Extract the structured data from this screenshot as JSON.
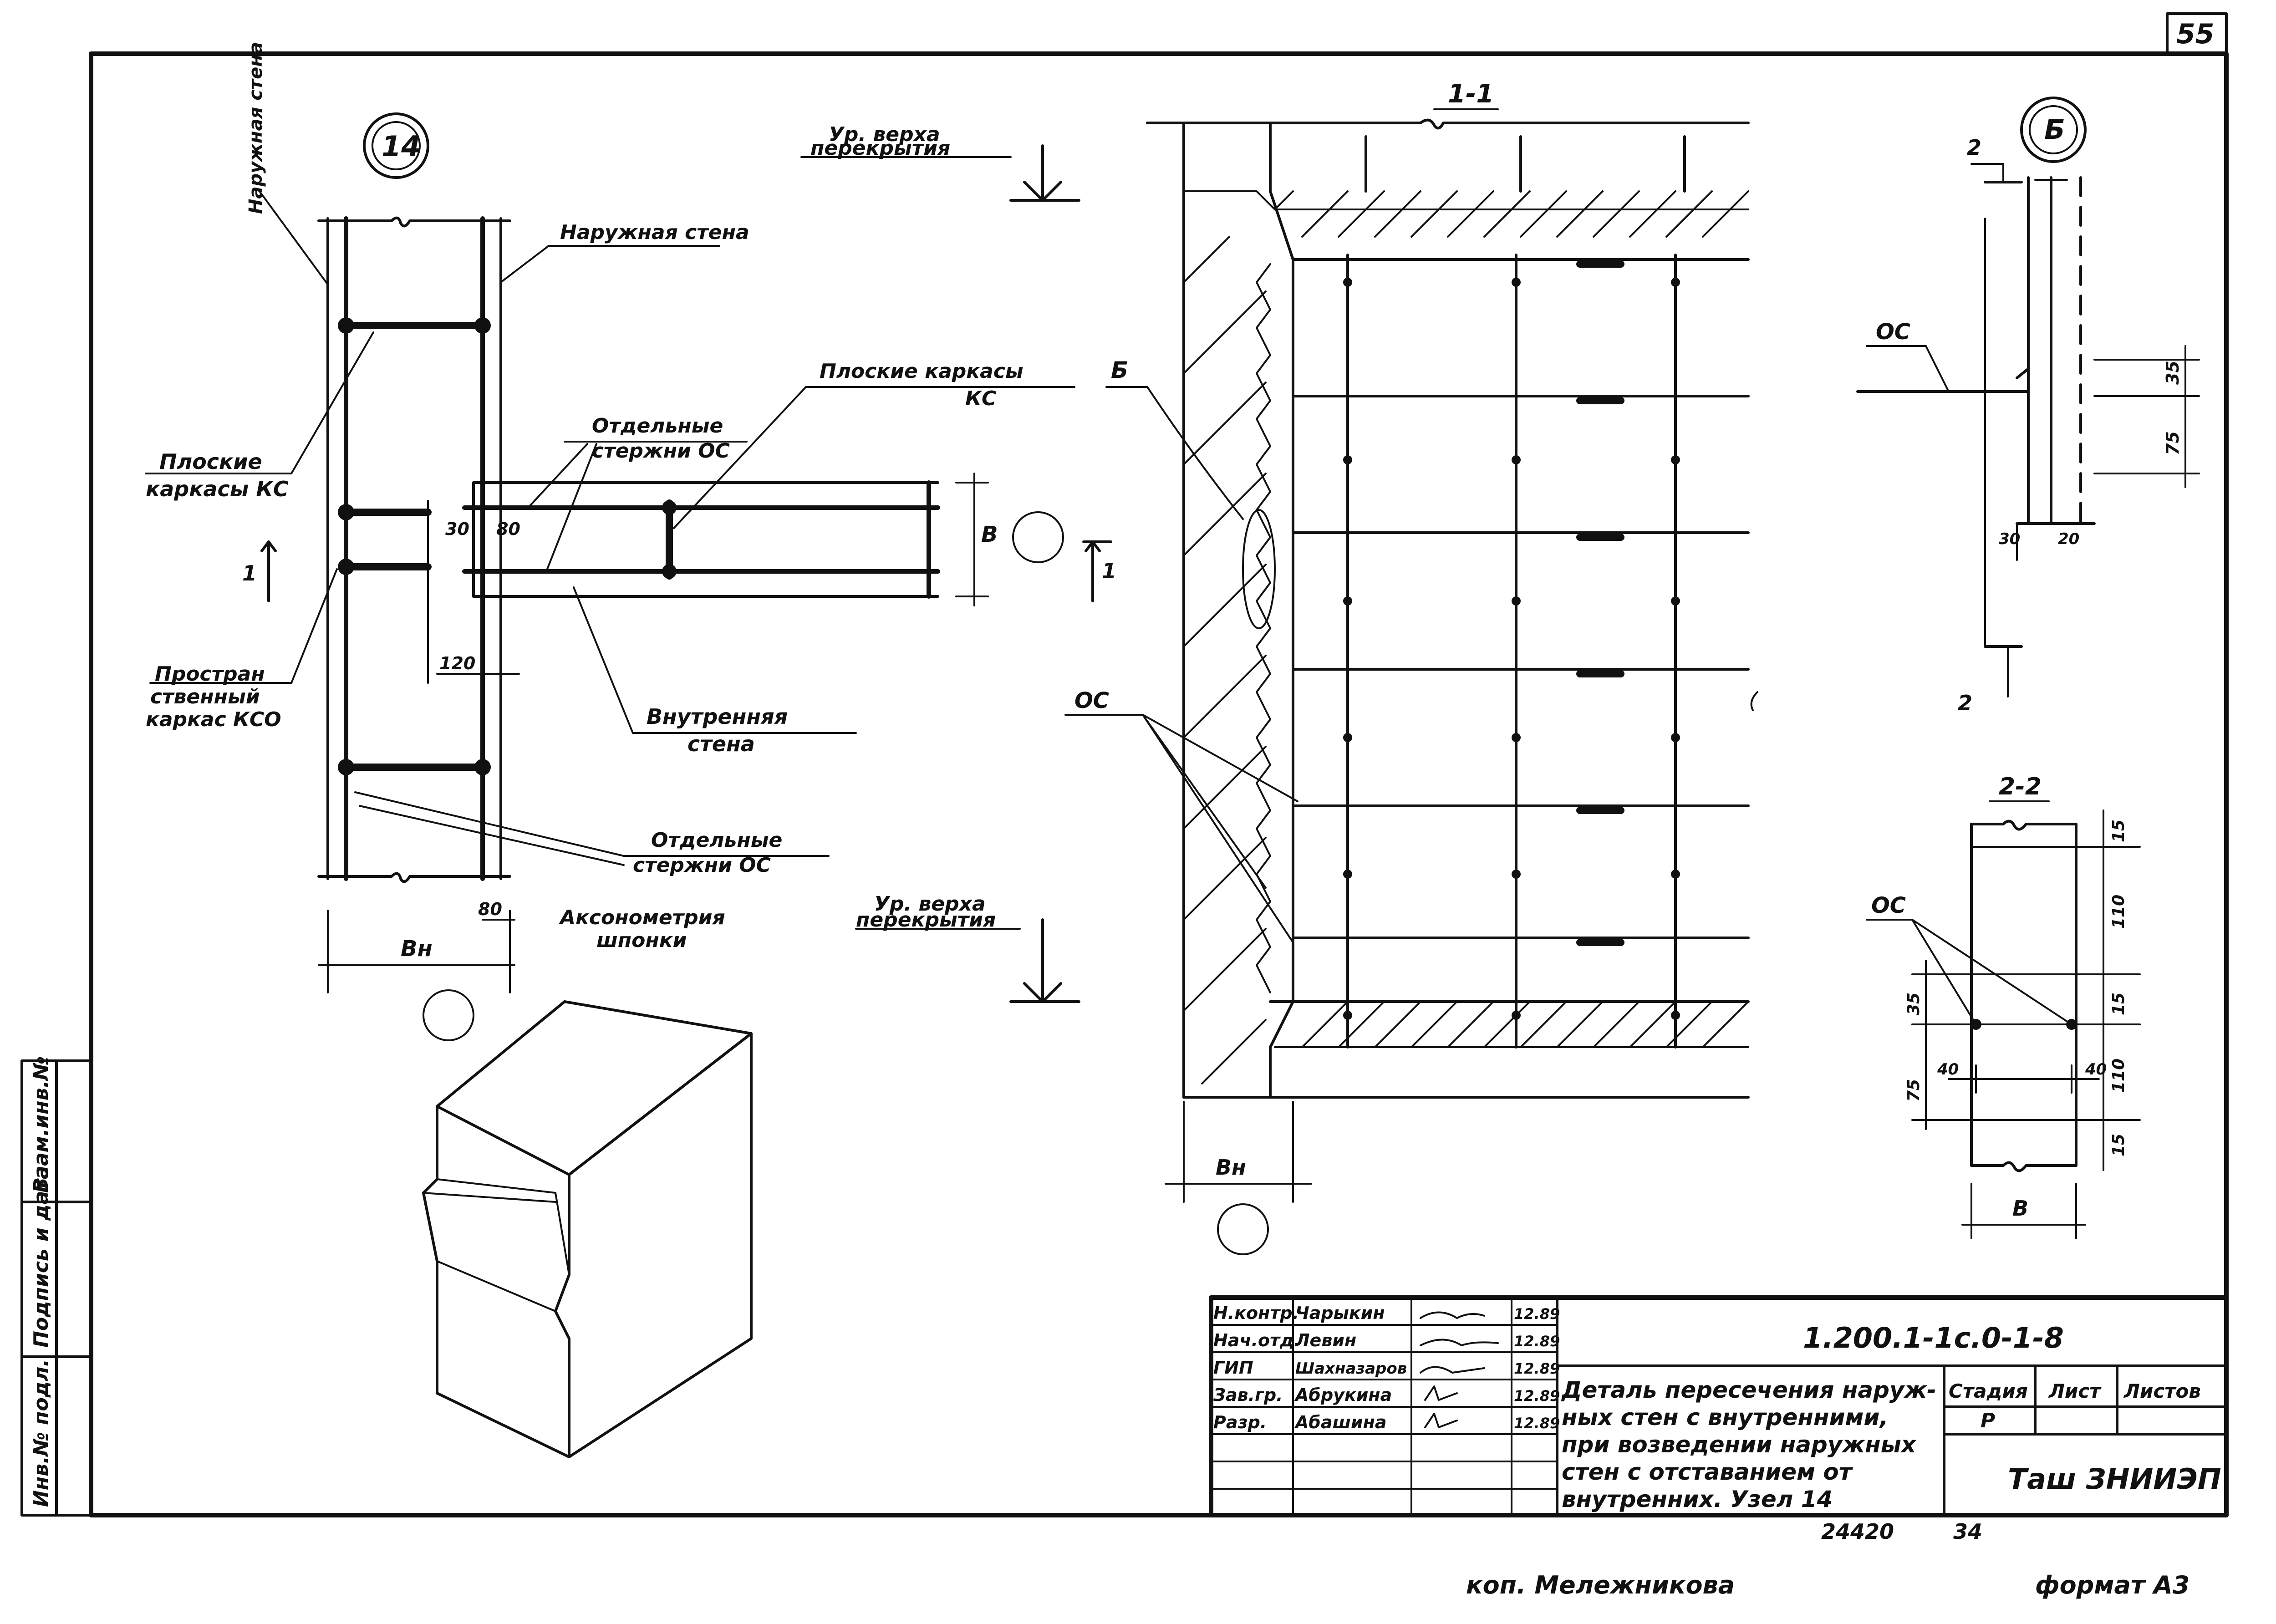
{
  "corner": {
    "page_number": "55"
  },
  "node14": {
    "marker": "14",
    "outer_wall_vertical": "Наружная стена",
    "outer_wall": "Наружная стена",
    "flat_frames_kc_1": "Плоские",
    "flat_frames_kc_2": "каркасы КС",
    "flat_frames_kc_top_1": "Плоские каркасы",
    "flat_frames_kc_top_2": "КС",
    "separate_bars_1": "Отдельные",
    "separate_bars_2": "стержни ОС",
    "spatial_frame_1": "Простран",
    "spatial_frame_2": "ственный",
    "spatial_frame_3": "каркас КСО",
    "inner_wall_1": "Внутренняя",
    "inner_wall_2": "стена",
    "separate_bars_bottom_1": "Отдельные",
    "separate_bars_bottom_2": "стержни ОС",
    "dim_30": "30",
    "dim_80a": "80",
    "dim_120": "120",
    "dim_80b": "80",
    "dim_b": "В",
    "dim_bn": "Вн",
    "section_mark_1a": "1",
    "section_mark_1b": "1"
  },
  "axonometry": {
    "label_1": "Аксонометрия",
    "label_2": "шпонки"
  },
  "levels": {
    "top_1": "Ур. верха",
    "top_2": "перекрытия",
    "bottom_1": "Ур. верха",
    "bottom_2": "перекрытия"
  },
  "section11": {
    "title": "1-1",
    "label_b": "Б",
    "label_oc": "ОС",
    "dim_bn": "Вн"
  },
  "detailB": {
    "marker": "Б",
    "cut_2a": "2",
    "cut_2b": "2",
    "label_oc": "ОС",
    "dim_35": "35",
    "dim_75": "75",
    "dim_30": "30",
    "dim_20": "20"
  },
  "section22": {
    "title": "2-2",
    "label_oc": "ОС",
    "dim_15a": "15",
    "dim_110a": "110",
    "dim_15b": "15",
    "dim_110b": "110",
    "dim_15c": "15",
    "dim_35": "35",
    "dim_75": "75",
    "dim_40a": "40",
    "dim_40b": "40",
    "dim_b": "В"
  },
  "side_stamp": {
    "col1": "Инв.№ подл.",
    "col2": "Подпись и дата",
    "col3": "Взам.инв.№"
  },
  "title_block": {
    "roles": [
      {
        "role": "Н.контр.",
        "name": "Чарыкин",
        "date": "12.89"
      },
      {
        "role": "Нач.отд.",
        "name": "Левин",
        "date": "12.89"
      },
      {
        "role": "ГИП",
        "name": "Шахназаров",
        "date": "12.89"
      },
      {
        "role": "Зав.гр.",
        "name": "Абрукина",
        "date": "12.89"
      },
      {
        "role": "Разр.",
        "name": "Абашина",
        "date": "12.89"
      }
    ],
    "designation": "1.200.1-1с.0-1-8",
    "title_lines": [
      "Деталь пересечения наруж-",
      "ных стен с внутренними,",
      "при возведении наружных",
      "стен с отставанием от",
      "внутренних. Узел 14"
    ],
    "stage_header": "Стадия",
    "sheet_header": "Лист",
    "sheets_header": "Листов",
    "stage_value": "Р",
    "organization": "Таш ЗНИИЭП"
  },
  "footer": {
    "archive_no": "24420",
    "sheet_no": "34",
    "copied_by": "коп. Мележникова",
    "format": "формат А3"
  }
}
